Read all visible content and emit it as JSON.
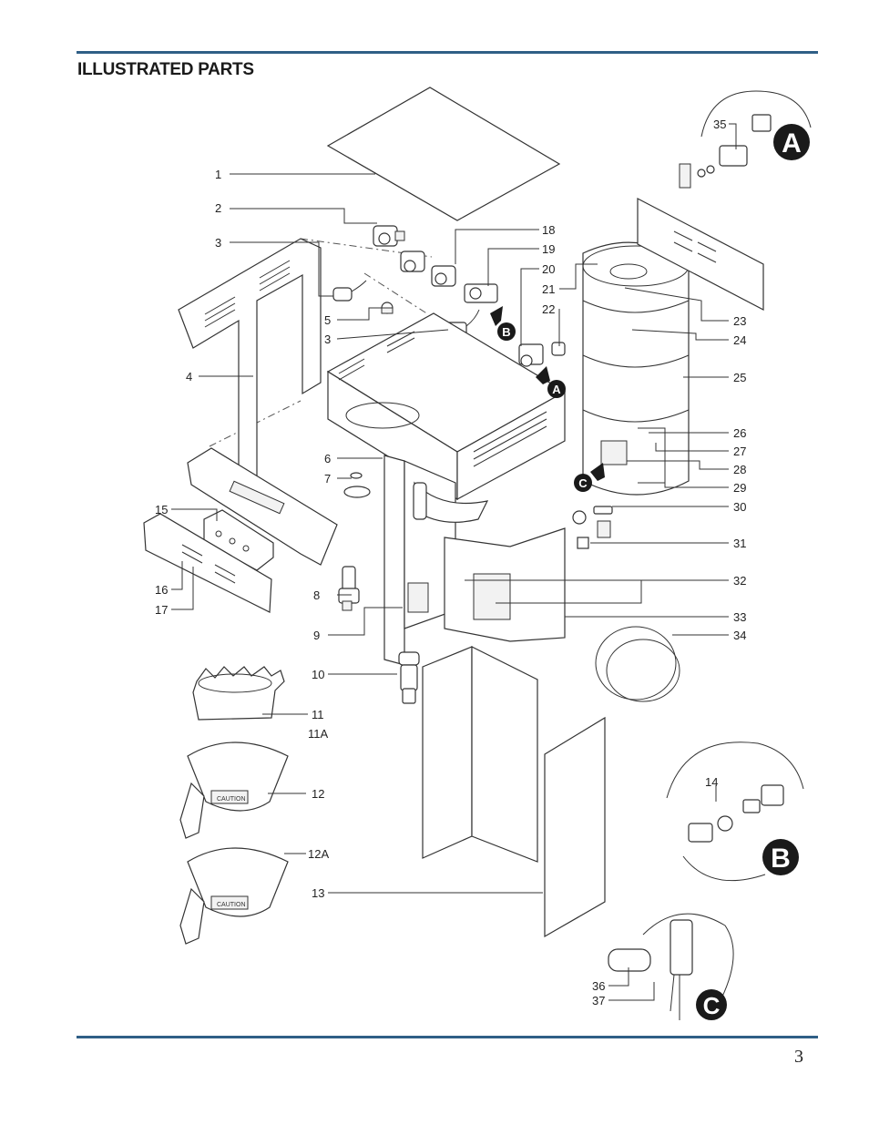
{
  "header": {
    "title": "ILLUSTRATED PARTS"
  },
  "footer": {
    "page_number": "3"
  },
  "labels": [
    {
      "id": "1",
      "text": "1"
    },
    {
      "id": "2",
      "text": "2"
    },
    {
      "id": "3a",
      "text": "3"
    },
    {
      "id": "3b",
      "text": "3"
    },
    {
      "id": "4",
      "text": "4"
    },
    {
      "id": "5",
      "text": "5"
    },
    {
      "id": "6",
      "text": "6"
    },
    {
      "id": "7",
      "text": "7"
    },
    {
      "id": "8",
      "text": "8"
    },
    {
      "id": "9",
      "text": "9"
    },
    {
      "id": "10",
      "text": "10"
    },
    {
      "id": "11",
      "text": "11"
    },
    {
      "id": "11A",
      "text": "11A"
    },
    {
      "id": "12",
      "text": "12"
    },
    {
      "id": "12A",
      "text": "12A"
    },
    {
      "id": "13",
      "text": "13"
    },
    {
      "id": "14",
      "text": "14"
    },
    {
      "id": "15",
      "text": "15"
    },
    {
      "id": "16",
      "text": "16"
    },
    {
      "id": "17",
      "text": "17"
    },
    {
      "id": "18",
      "text": "18"
    },
    {
      "id": "19",
      "text": "19"
    },
    {
      "id": "20",
      "text": "20"
    },
    {
      "id": "21",
      "text": "21"
    },
    {
      "id": "22",
      "text": "22"
    },
    {
      "id": "23",
      "text": "23"
    },
    {
      "id": "24",
      "text": "24"
    },
    {
      "id": "25",
      "text": "25"
    },
    {
      "id": "26",
      "text": "26"
    },
    {
      "id": "27",
      "text": "27"
    },
    {
      "id": "28",
      "text": "28"
    },
    {
      "id": "29",
      "text": "29"
    },
    {
      "id": "30",
      "text": "30"
    },
    {
      "id": "31",
      "text": "31"
    },
    {
      "id": "32",
      "text": "32"
    },
    {
      "id": "33",
      "text": "33"
    },
    {
      "id": "34",
      "text": "34"
    },
    {
      "id": "35",
      "text": "35"
    },
    {
      "id": "36",
      "text": "36"
    },
    {
      "id": "37",
      "text": "37"
    }
  ],
  "detail_markers": {
    "A_large": "A",
    "B_large": "B",
    "C_large": "C",
    "A_small": "A",
    "B_small": "B",
    "C_small": "C"
  },
  "caution_text": "CAUTION"
}
